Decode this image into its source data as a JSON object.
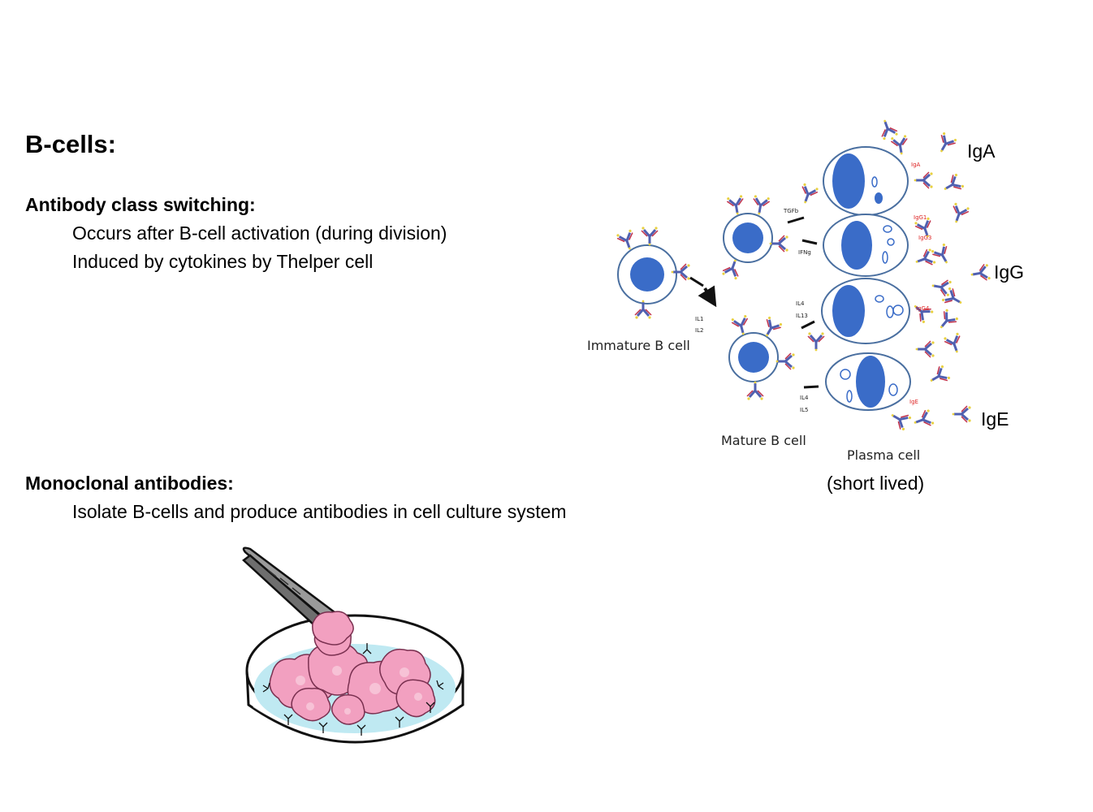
{
  "title": "B-cells:",
  "section1": {
    "heading": "Antibody class switching:",
    "lines": [
      "Occurs after B-cell activation (during division)",
      "Induced by cytokines by Thelper cell"
    ]
  },
  "section2": {
    "heading": "Monoclonal antibodies:",
    "lines": [
      "Isolate B-cells and produce antibodies in cell culture system"
    ]
  },
  "diagram": {
    "labels": {
      "immature": "Immature B cell",
      "mature": "Mature B cell",
      "plasma": "Plasma cell",
      "short_lived": "(short lived)",
      "iga": "IgA",
      "igg": "IgG",
      "ige": "IgE"
    },
    "cytokines": {
      "il1": "IL1",
      "il2": "IL2",
      "tgfb": "TGFb",
      "ifng": "IFNg",
      "il4a": "IL4",
      "il13": "IL13",
      "il4b": "IL4",
      "il5": "IL5"
    },
    "isotypes": {
      "iga": "IgA",
      "igg1": "IgG1",
      "igg3": "IgG3",
      "igg4": "IgG4",
      "ige": "IgE"
    },
    "colors": {
      "nucleus": "#3a6cc8",
      "membrane": "#4a6fa0",
      "antibody": "#5060b0",
      "culture": "#f2a0c0",
      "dish_liquid": "#bfe9f2"
    }
  }
}
